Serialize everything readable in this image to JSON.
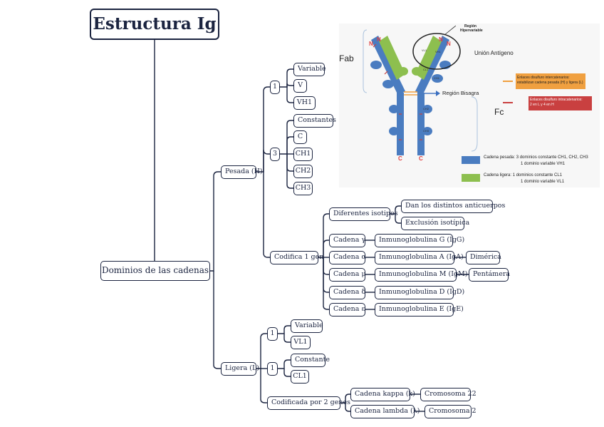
{
  "title": "Estructura Ig",
  "root": "Dominios de las cadenas",
  "pesada": {
    "label": "Pesada (H)",
    "group1": {
      "label": "1",
      "items": [
        "Variable",
        "V",
        "VH1"
      ]
    },
    "group3": {
      "label": "3",
      "items": [
        "Constantes",
        "C",
        "CH1",
        "CH2",
        "CH3"
      ]
    },
    "codifica": {
      "label": "Codifica 1 gen",
      "isotipos": {
        "label": "Diferentes isotipos",
        "items": [
          "Dan los distintos anticuerpos",
          "Exclusión isotípica"
        ]
      },
      "cadenas": [
        {
          "label": "Cadena γ",
          "ig": "Inmunoglobulina G (IgG)",
          "extra": ""
        },
        {
          "label": "Cadena α",
          "ig": "Inmunoglobulina A (IgA)",
          "extra": "Dimérica"
        },
        {
          "label": "Cadena μ",
          "ig": "Inmunoglobulina M (IgM)",
          "extra": "Pentámera"
        },
        {
          "label": "Cadena δ",
          "ig": "Inmunoglobulina D (IgD)",
          "extra": ""
        },
        {
          "label": "Cadena ε",
          "ig": "Inmunoglobulina E (IgE)",
          "extra": ""
        }
      ]
    }
  },
  "ligera": {
    "label": "Ligera (L)",
    "group1a": {
      "label": "1",
      "items": [
        "Variable",
        "VL1"
      ]
    },
    "group1b": {
      "label": "1",
      "items": [
        "Constante",
        "CL1"
      ]
    },
    "codificada": {
      "label": "Codificada por 2 genes",
      "items": [
        {
          "label": "Cadena kappa (k)",
          "extra": "Cromosoma 22"
        },
        {
          "label": "Cadena lambda (λ)",
          "extra": "Cromosoma 2"
        }
      ]
    }
  },
  "figure": {
    "fab": "Fab",
    "fc": "Fc",
    "region_hipervariable": [
      "Región",
      "Hipervariable"
    ],
    "union_antigeno": "Unión Antígeno",
    "region_bisagra": "Región Bisagra",
    "n_label": "N",
    "c_label": "C",
    "domain_labels": [
      "VL1",
      "VH1",
      "CL1",
      "CH1",
      "CH2",
      "CH3"
    ],
    "legend_inter": [
      "Enlaces disulfuro intercatenarios:",
      "estabilizan cadena pesada (H) y ligera (L)"
    ],
    "legend_intra": [
      "Enlaces disulfuro intracatenarios:",
      "2 en L y 4 en H"
    ],
    "legend_pesada": [
      "Cadena pesada: 3 dominios constante CH1, CH2, CH3",
      "1 dominio variable  VH1"
    ],
    "legend_ligera": [
      "Cadena ligera: 1 dominios constante CL1",
      "1 dominio variable  VL1"
    ],
    "colors": {
      "heavy": "#4a7cc0",
      "light": "#8dbf4f",
      "orange": "#f0a040",
      "red": "#c94040",
      "arrow": "#3a6fc0"
    }
  }
}
